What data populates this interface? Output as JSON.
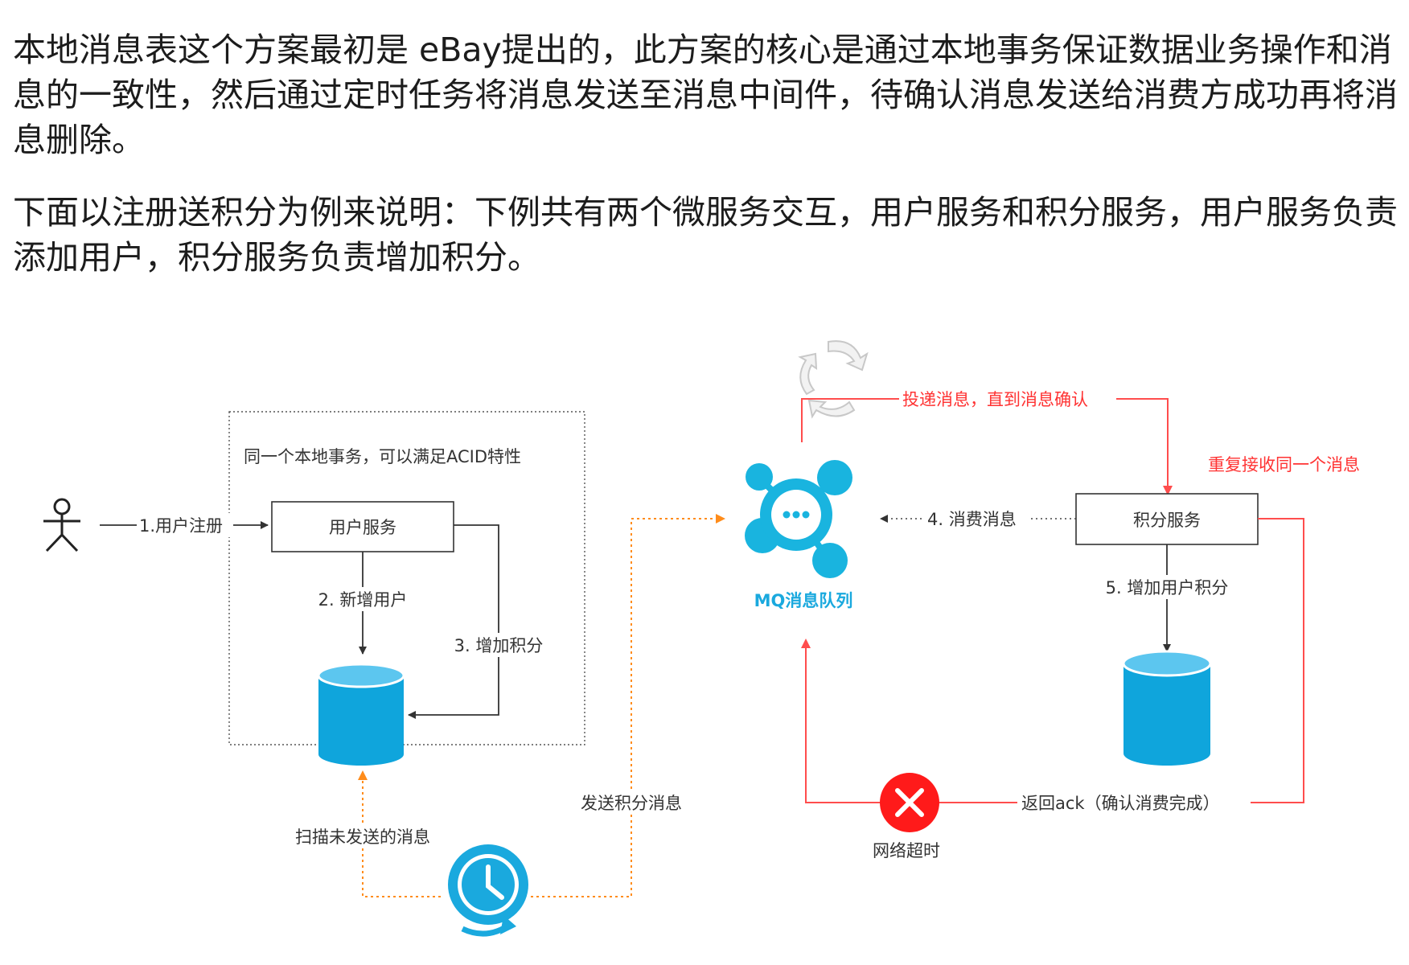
{
  "paragraphs": {
    "p1": "本地消息表这个方案最初是 eBay提出的，此方案的核心是通过本地事务保证数据业务操作和消息的一致性，然后通过定时任务将消息发送至消息中间件，待确认消息发送给消费方成功再将消息删除。",
    "p2": "下面以注册送积分为例来说明：下例共有两个微服务交互，用户服务和积分服务，用户服务负责添加用户，积分服务负责增加积分。"
  },
  "diagram": {
    "local_tx_label": "同一个本地事务，可以满足ACID特性",
    "step1_label": "1.用户注册",
    "user_service": "用户服务",
    "step2_label": "2. 新增用户",
    "step3_label": "3. 增加积分",
    "send_label": "发送积分消息",
    "scan_label": "扫描未发送的消息",
    "mq_label": "MQ消息队列",
    "deliver_label": "投递消息，直到消息确认",
    "repeat_label": "重复接收同一个消息",
    "step4_label": "4. 消费消息",
    "points_service": "积分服务",
    "step5_label": "5. 增加用户积分",
    "ack_label": "返回ack（确认消费完成）",
    "timeout_label": "网络超时"
  },
  "icons": [
    "user-icon",
    "database-icon",
    "mq-icon",
    "clock-icon",
    "error-icon",
    "retry-icon"
  ],
  "colors": {
    "accent_blue": "#0fa5dc",
    "red": "#ff4d4d",
    "orange": "#ff8c1a"
  }
}
